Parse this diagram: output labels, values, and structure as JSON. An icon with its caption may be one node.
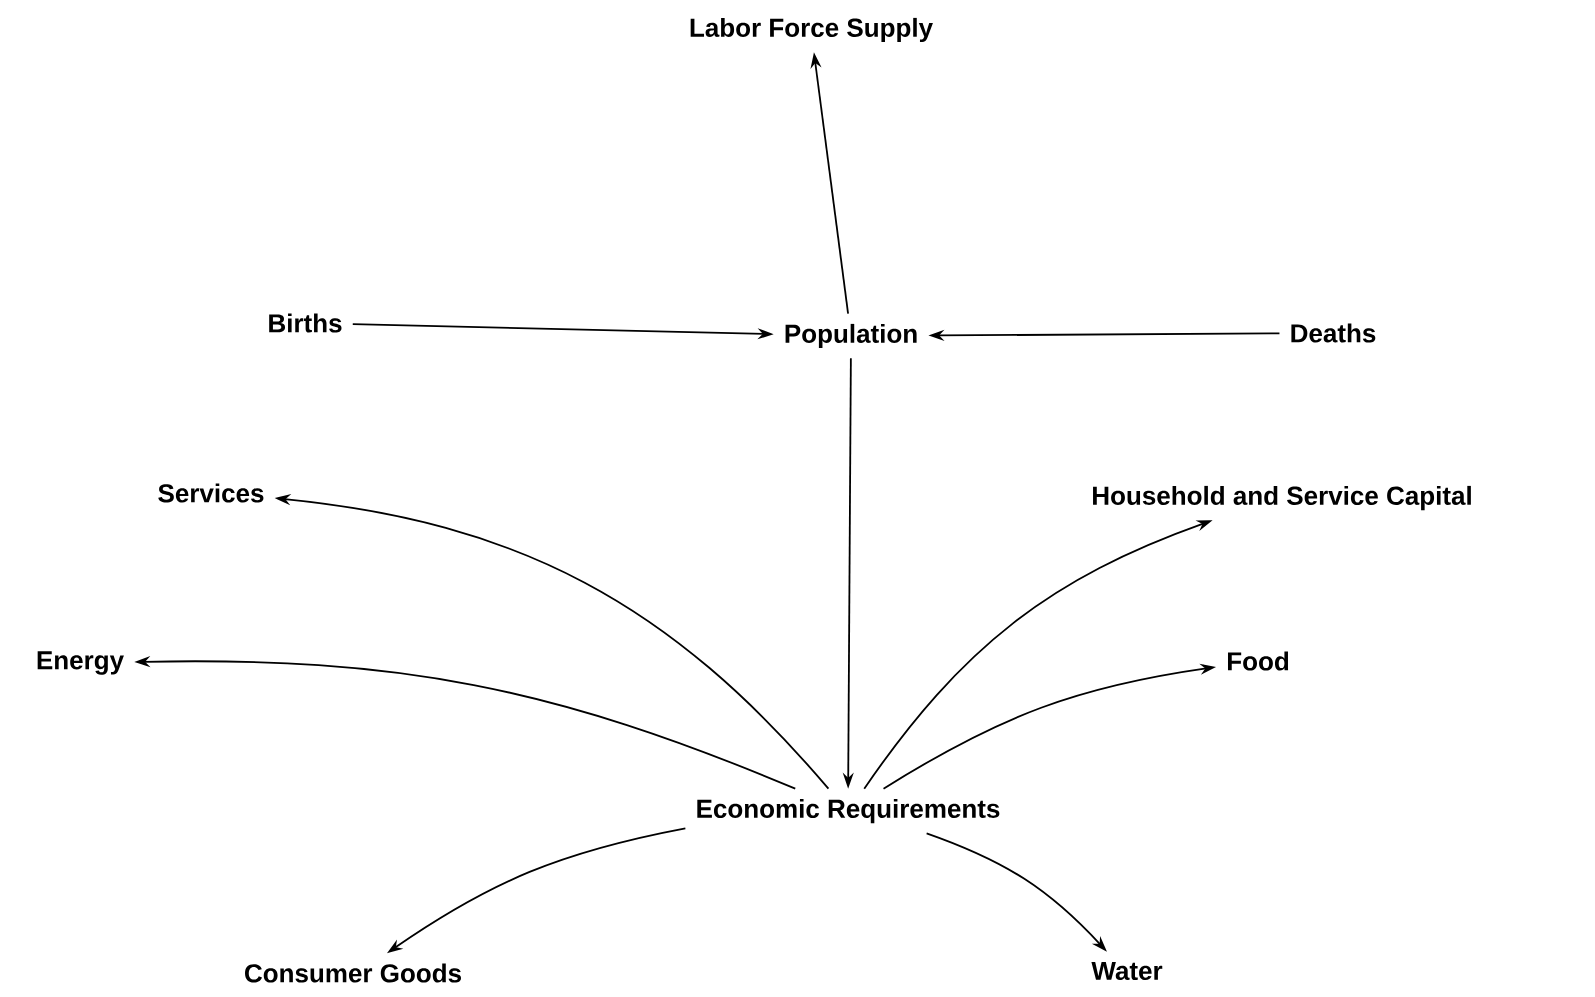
{
  "diagram": {
    "nodes": [
      {
        "text": [
          "Labor Force Supply"
        ]
      },
      {
        "text": [
          "Births"
        ]
      },
      {
        "text": [
          "Population"
        ]
      },
      {
        "text": [
          "Deaths"
        ]
      },
      {
        "text": [
          "Services"
        ]
      },
      {
        "text": [
          "Household and Service Capital"
        ]
      },
      {
        "text": [
          "Energy"
        ]
      },
      {
        "text": [
          "Food"
        ]
      },
      {
        "text": [
          "Economic Requirements"
        ]
      },
      {
        "text": [
          "Consumer Goods"
        ]
      },
      {
        "text": [
          "Water"
        ]
      }
    ],
    "edges": [
      {
        "from": 2,
        "to": 0,
        "arrow": "to"
      },
      {
        "from": 1,
        "to": 2,
        "arrow": "to"
      },
      {
        "from": 3,
        "to": 2,
        "arrow": "to"
      },
      {
        "from": 2,
        "to": 8,
        "arrow": "to"
      },
      {
        "from": 8,
        "to": 4,
        "arrow": "to"
      },
      {
        "from": 8,
        "to": 6,
        "arrow": "to"
      },
      {
        "from": 8,
        "to": 5,
        "arrow": "to"
      },
      {
        "from": 8,
        "to": 7,
        "arrow": "to"
      },
      {
        "from": 8,
        "to": 9,
        "arrow": "to"
      },
      {
        "from": 8,
        "to": 10,
        "arrow": "to"
      }
    ]
  }
}
